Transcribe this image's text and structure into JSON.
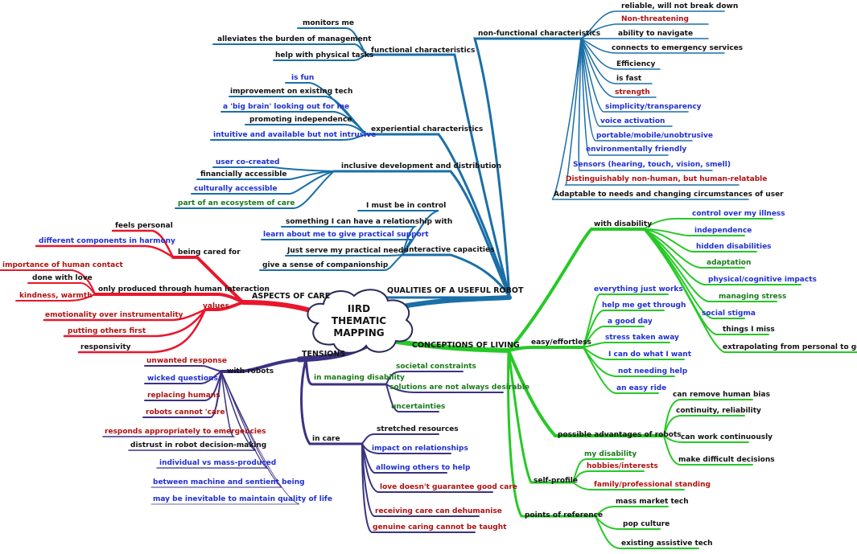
{
  "colors": {
    "blue": "#1a6fa8",
    "red": "#e8172c",
    "green": "#26c926",
    "purple": "#3b3282",
    "text_black": "#111111",
    "text_blue": "#1f2fd1",
    "text_red": "#b01010",
    "text_green": "#1a7a1a"
  },
  "center": {
    "title_line1": "IIRD",
    "title_line2": "THEMATIC",
    "title_line3": "MAPPING"
  },
  "branches": {
    "qualities": {
      "label": "QUALITIES OF A USEFUL ROBOT",
      "groups": {
        "functional": {
          "label": "functional characteristics",
          "items": [
            "monitors me",
            "alleviates the burden of management",
            "help with physical tasks"
          ]
        },
        "non_functional": {
          "label": "non-functional characteristics",
          "items": [
            "reliable, will  not break down",
            "Non-threatening",
            "ability to navigate",
            "connects to emergency services",
            "Efficiency",
            "is fast",
            "strength",
            "simplicity/transparency",
            "voice activation",
            "portable/mobile/unobtrusive",
            "environmentally friendly",
            "Sensors (hearing, touch, vision, smell)",
            "Distinguishably non-human, but human-relatable",
            "Adaptable to needs and changing circumstances of user"
          ]
        },
        "experiential": {
          "label": "experiential characteristics",
          "items": [
            "is fun",
            "improvement on existing tech",
            "a 'big brain' looking out for me",
            "promoting independence",
            "intuitive and available but not intrusive"
          ]
        },
        "inclusive": {
          "label": "inclusive development and distribution",
          "items": [
            "user co-created",
            "financially accessible",
            "culturally accessible",
            "part of an ecosystem of care"
          ]
        },
        "interactive": {
          "label": "interactive capacities",
          "items": [
            "I must be in control",
            "something I can have a relationship with",
            "learn about me to give practical support",
            "Just serve my practical needs",
            "give a sense of companionship"
          ]
        }
      }
    },
    "care": {
      "label": "ASPECTS OF CARE",
      "groups": {
        "being_cared_for": {
          "label": "being cared for",
          "items": [
            "feels personal",
            "different components in harmony"
          ]
        },
        "human_interaction": {
          "label": "only produced through human interaction",
          "items": [
            "importance of human contact",
            "done with love",
            "kindness, warmth"
          ]
        },
        "values": {
          "label": "values",
          "items": [
            "emotionality over instrumentality",
            "putting others first",
            "responsivity"
          ]
        }
      }
    },
    "tensions": {
      "label": "TENSIONS",
      "groups": {
        "with_robots": {
          "label": "with robots",
          "items": [
            "unwanted response",
            "wicked questions",
            "replacing humans",
            "robots cannot 'care'",
            "responds appropriately to emergencies",
            "distrust in robot decision-making",
            "individual vs mass-produced",
            "between machine and sentient being",
            "may be inevitable to maintain quality of life"
          ]
        },
        "managing_disability": {
          "label": "in managing disability",
          "items": [
            "societal constraints",
            "solutions are not always desirable",
            "uncertainties"
          ]
        },
        "in_care": {
          "label": "in care",
          "items": [
            "stretched resources",
            "impact on relationships",
            "allowing others to help",
            "love doesn't guarantee good care",
            "receiving care can dehumanise",
            "genuine caring cannot be taught"
          ]
        }
      }
    },
    "living": {
      "label": "CONCEPTIONS OF LIVING",
      "groups": {
        "with_disability": {
          "label": "with disability",
          "items": [
            "control over my illness",
            "independence",
            "hidden disabilities",
            "adaptation",
            "physical/cognitive impacts",
            "managing stress",
            "social stigma",
            "things I miss",
            "extrapolating from personal to general"
          ]
        },
        "easy": {
          "label": "easy/effortless",
          "items": [
            "everything just works",
            "help me get through",
            "a good day",
            "stress taken away",
            "I can do what I want",
            "not needing help",
            "an easy ride"
          ]
        },
        "advantages": {
          "label": "possible advantages of robots",
          "items": [
            "can remove human bias",
            "continuity, reliability",
            "can work continuously",
            "make difficult decisions"
          ]
        },
        "self_profile": {
          "label": "self-profile",
          "items": [
            "my disability",
            "hobbies/interests",
            "family/professional standing"
          ]
        },
        "reference": {
          "label": "points of reference",
          "items": [
            "mass market tech",
            "pop culture",
            "existing assistive tech"
          ]
        }
      }
    }
  }
}
